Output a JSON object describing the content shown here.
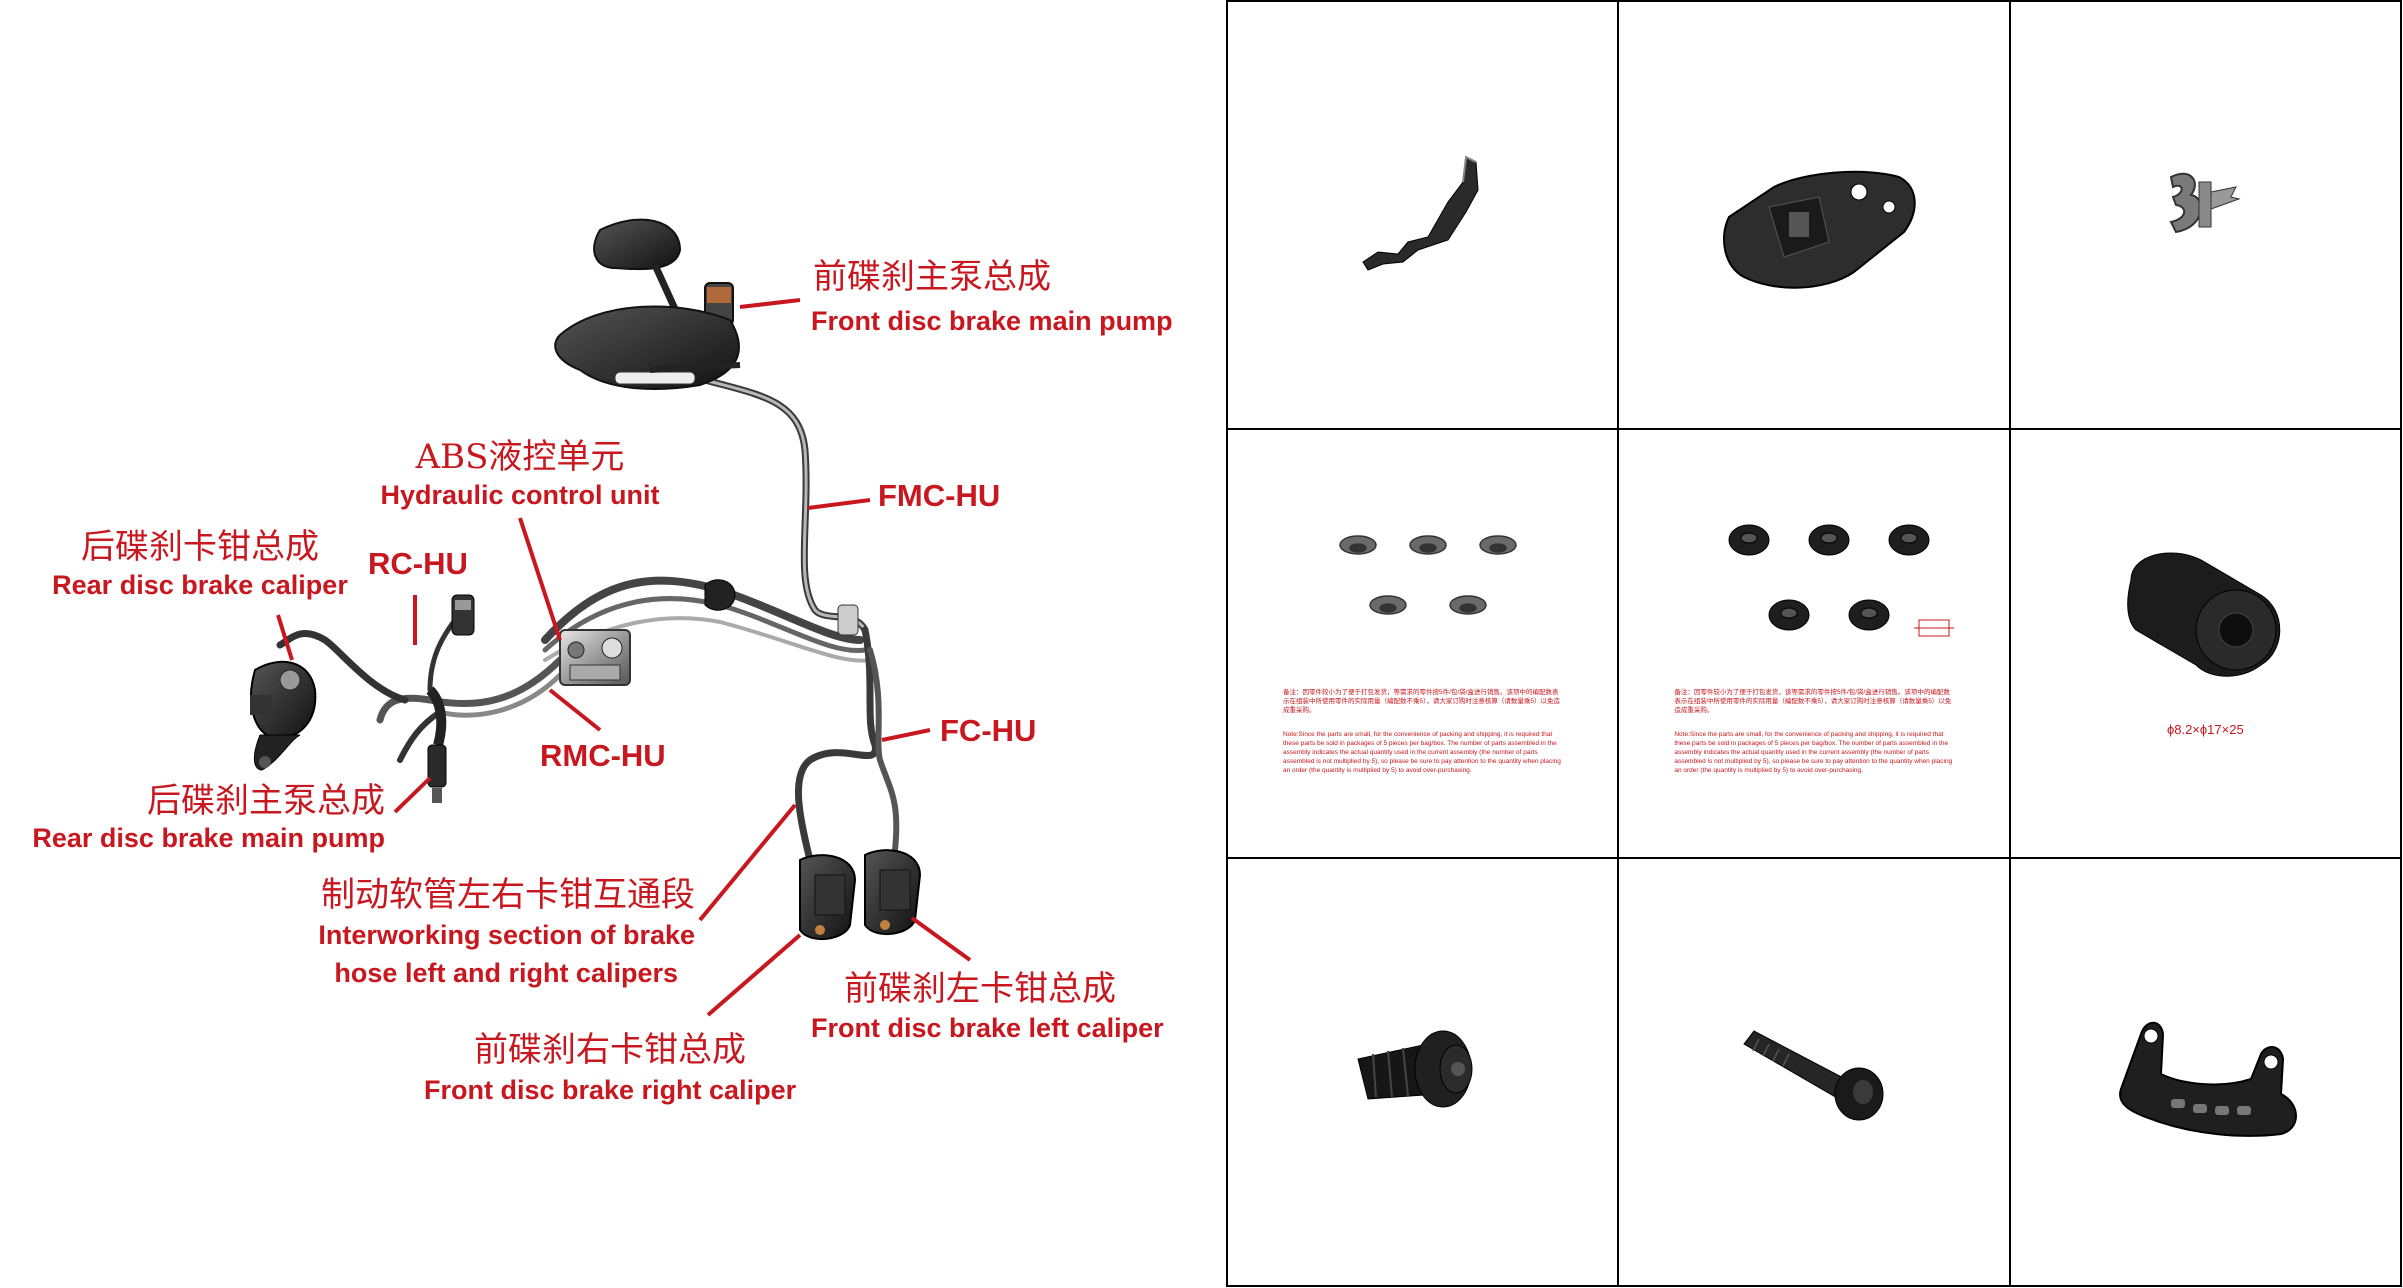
{
  "diagram": {
    "labels": {
      "front_main_pump_zh": "前碟刹主泵总成",
      "front_main_pump_en": "Front disc brake main pump",
      "abs_zh": "ABS液控单元",
      "abs_en": "Hydraulic control unit",
      "fmc_hu": "FMC-HU",
      "rear_caliper_zh": "后碟刹卡钳总成",
      "rear_caliper_en": "Rear disc brake caliper",
      "rc_hu": "RC-HU",
      "rmc_hu": "RMC-HU",
      "fc_hu": "FC-HU",
      "rear_main_pump_zh": "后碟刹主泵总成",
      "rear_main_pump_en": "Rear disc brake main pump",
      "hose_zh": "制动软管左右卡钳互通段",
      "hose_en_line1": "Interworking section of brake",
      "hose_en_line2": "hose left and right calipers",
      "front_left_caliper_zh": "前碟刹左卡钳总成",
      "front_left_caliper_en": "Front disc brake left caliper",
      "front_right_caliper_zh": "前碟刹右卡钳总成",
      "front_right_caliper_en": "Front disc brake right caliper"
    },
    "label_color": "#c8171e"
  },
  "parts_grid": {
    "rows": 3,
    "cols": 3,
    "cells": [
      {
        "icon": "bent-bracket-icon"
      },
      {
        "icon": "mounting-plate-icon"
      },
      {
        "icon": "pipe-clip-icon"
      },
      {
        "icon": "grommet-set-icon",
        "note_zh": "备注：因零件较小为了便于打包发货，等需求的零件按5件/包/袋/盒进行销售。该项中的编配数表示在组装中所使用零件的实际用量（编配数不乘5），请大家订购时注意核算（请数量乘5）以免造成重采购。",
        "note_en": "Note:Since the parts are small, for the convenience of packing and shipping, it is required that these parts be sold in packages of 5 pieces per bag/box. The number of parts assembled in the assembly indicates the actual quantity used in the current assembly (the number of parts assembled is not multiplied by 5), so please be sure to pay attention to the quantity when placing an order (the quantity is multiplied by 5) to avoid over-purchasing."
      },
      {
        "icon": "rubber-grommet-set-icon",
        "note_zh": "备注：因零件较小为了便于打包发货，该等需求的零件按5件/包/袋/盒进行销售。该项中的编配数表示在组装中所使用零件的实际用量（编配数不乘5），请大家订购时注意核算（请数量乘5）以免造成重采购。",
        "note_en": "Note:Since the parts are small, for the convenience of packing and shipping, it is required that these parts be sold in packages of 5 pieces per bag/box. The number of parts assembled in the assembly indicates the actual quantity used in the current assembly (the number of parts assembled is not multiplied by 5), so please be sure to pay attention to the quantity when placing an order (the quantity is multiplied by 5) to avoid over-purchasing."
      },
      {
        "icon": "rubber-sleeve-icon",
        "dimension": "ϕ8.2×ϕ17×25"
      },
      {
        "icon": "flange-bolt-icon"
      },
      {
        "icon": "long-bolt-icon"
      },
      {
        "icon": "caliper-bracket-icon"
      }
    ]
  }
}
